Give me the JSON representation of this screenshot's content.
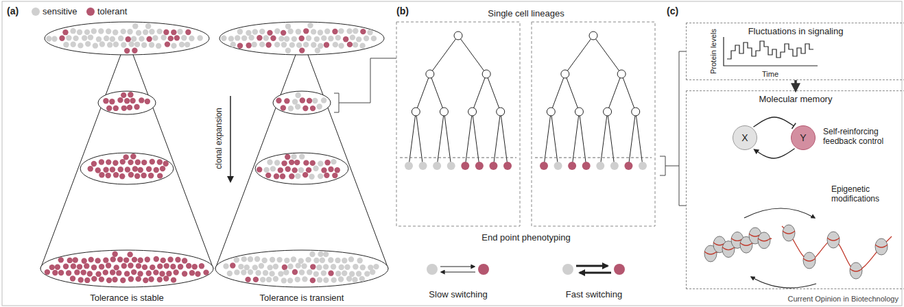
{
  "diagram": {
    "nodes": [
      {
        "text": [
          "Fluctuations in signaling"
        ]
      },
      {
        "text": [
          "Molecular memory"
        ]
      },
      {
        "text": [
          "X"
        ],
        "in": 1
      },
      {
        "text": [
          "Y"
        ],
        "in": 1
      }
    ],
    "edges": [
      {
        "from": 0,
        "to": 1,
        "arrow": "to"
      },
      {
        "from": 2,
        "to": 3,
        "arrow": "to"
      },
      {
        "from": 3,
        "to": 2,
        "arrow": "to"
      }
    ],
    "labels": [
      "(a)",
      "clonal expansion",
      "Tolerance is stable",
      "Tolerance is transient",
      "(b)",
      "Single cell lineages",
      "End point phenotyping",
      "Slow switching",
      "Fast switching",
      "(c)",
      "Protein levels",
      "Time",
      "Self-reinforcing feedback control",
      "Epigenetic modifications",
      "Current Opinion in Biotechnology"
    ],
    "legend": [
      {
        "text": "sensitive",
        "color": "#cfcfcf"
      },
      {
        "text": "tolerant",
        "color": "#b4566f"
      }
    ]
  }
}
